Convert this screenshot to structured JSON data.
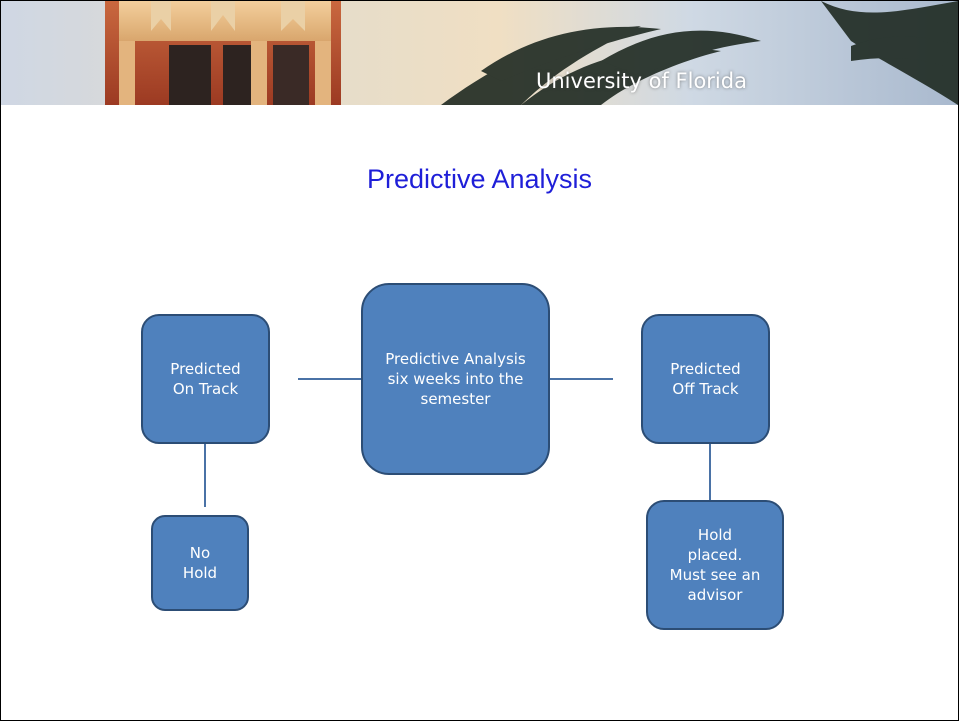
{
  "banner": {
    "title": "University of Florida"
  },
  "slide": {
    "title": "Predictive Analysis"
  },
  "diagram": {
    "nodes": {
      "center": "Predictive Analysis\nsix weeks into the\nsemester",
      "on_track": "Predicted\nOn Track",
      "off_track": "Predicted\nOff Track",
      "no_hold": "No\nHold",
      "hold": "Hold\nplaced.\nMust see an\nadvisor"
    },
    "colors": {
      "node_fill": "#4f81bd",
      "node_border": "#2c4d75",
      "connector": "#4a72a6",
      "title_text": "#1f1fd8"
    }
  }
}
